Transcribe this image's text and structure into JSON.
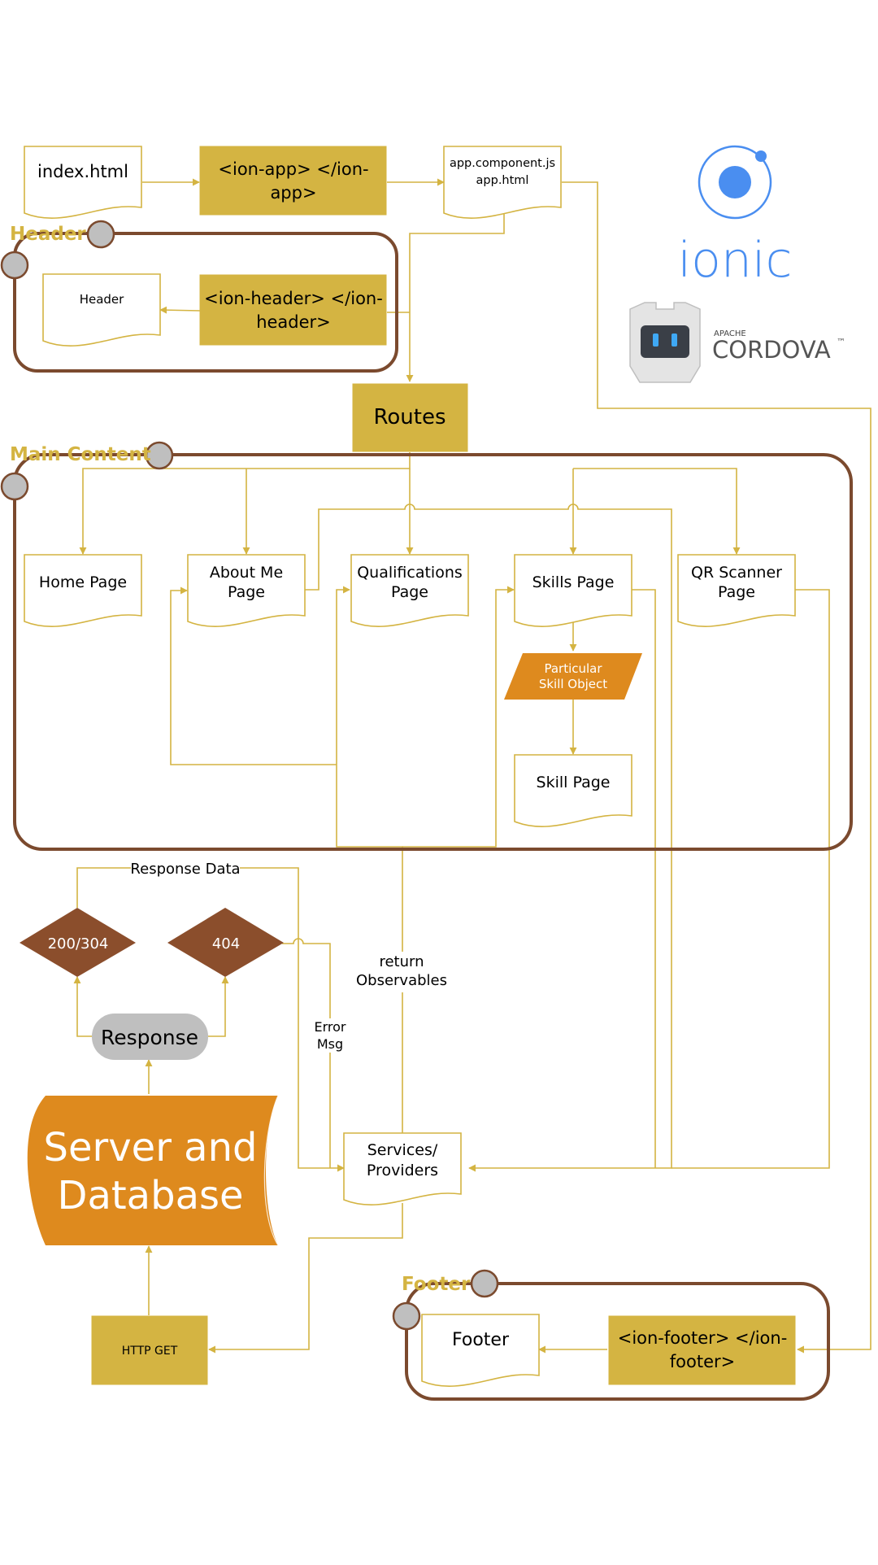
{
  "nodes": {
    "index_html": "index.html",
    "ion_app_1": "<ion-app> </ion-",
    "ion_app_2": "app>",
    "app_component_1": "app.component.js",
    "app_component_2": "app.html",
    "header_doc": "Header",
    "ion_header_1": "<ion-header> </ion-",
    "ion_header_2": "header>",
    "routes": "Routes",
    "home_page": "Home Page",
    "about_me_1": "About Me",
    "about_me_2": "Page",
    "qualifications_1": "Qualifications",
    "qualifications_2": "Page",
    "skills_page": "Skills Page",
    "qr_scanner_1": "QR Scanner",
    "qr_scanner_2": "Page",
    "particular_skill_1": "Particular",
    "particular_skill_2": "Skill Object",
    "skill_page": "Skill Page",
    "status_200": "200/304",
    "status_404": "404",
    "response": "Response",
    "server_db_1": "Server and",
    "server_db_2": "Database",
    "services_1": "Services/",
    "services_2": "Providers",
    "http_get": "HTTP GET",
    "footer_doc": "Footer",
    "ion_footer_1": "<ion-footer> </ion-",
    "ion_footer_2": "footer>"
  },
  "groups": {
    "header": "Header",
    "main_content": "Main Content",
    "footer": "Footer"
  },
  "edge_labels": {
    "response_data": "Response Data",
    "return_1": "return",
    "return_2": "Observables",
    "error_1": "Error",
    "error_2": "Msg"
  },
  "logos": {
    "ionic": "ionic",
    "apache": "APACHE",
    "cordova": "CORDOVA",
    "tm": "™"
  },
  "colors": {
    "gold": "#D4B442",
    "orange": "#DE8A1E",
    "brown": "#8B4E2C",
    "frame": "#7B4A2E",
    "ionic_blue": "#4A8EF0",
    "grey": "#BFBFBF"
  }
}
